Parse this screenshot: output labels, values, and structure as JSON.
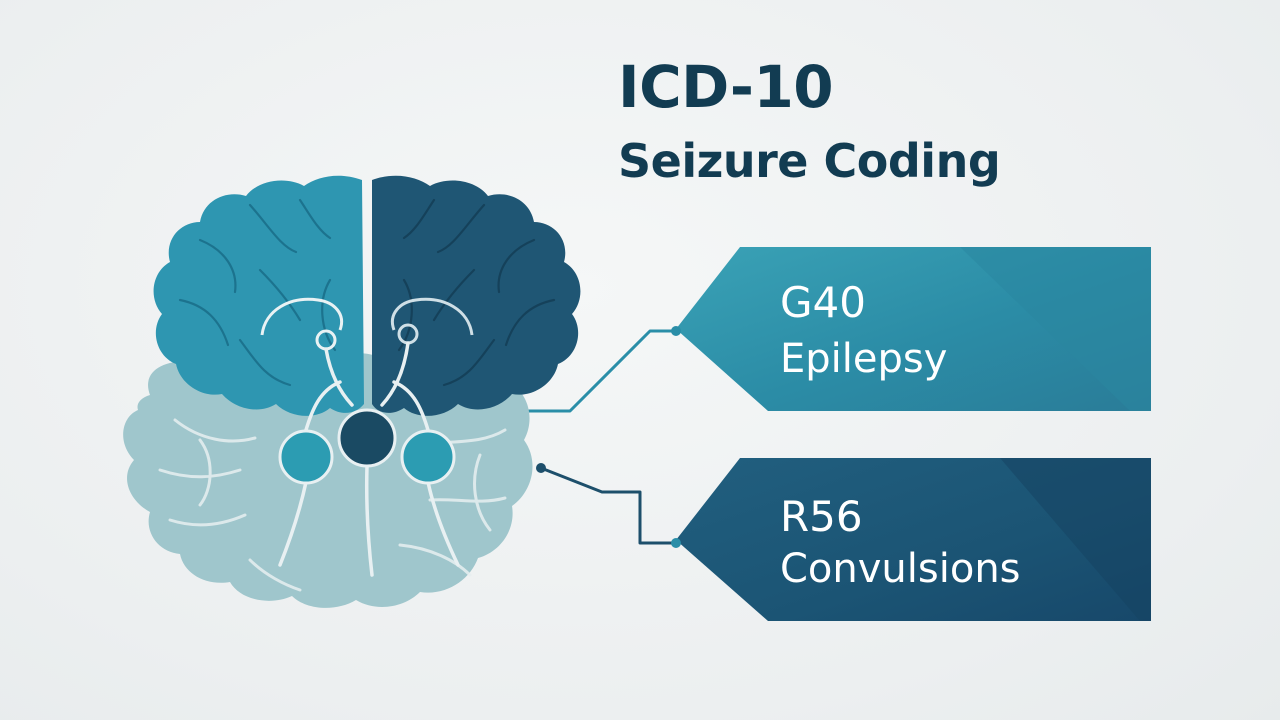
{
  "title": {
    "line1": "ICD-10",
    "line2": "Seizure Coding"
  },
  "codes": [
    {
      "code": "G40",
      "description": "Epilepsy",
      "color": "#3a9cb1"
    },
    {
      "code": "R56",
      "description": "Convulsions",
      "color": "#1d5d7c"
    }
  ],
  "colors": {
    "background": "#eef1f2",
    "title_text": "#123c52",
    "brain_left": "#2d95b0",
    "brain_right": "#1f5674",
    "cerebellum": "#9ec5cc",
    "node_dark": "#1a4a63",
    "node_teal": "#2c9cb2"
  },
  "icons": [
    "brain-icon",
    "neural-network-icon",
    "connector-line"
  ]
}
